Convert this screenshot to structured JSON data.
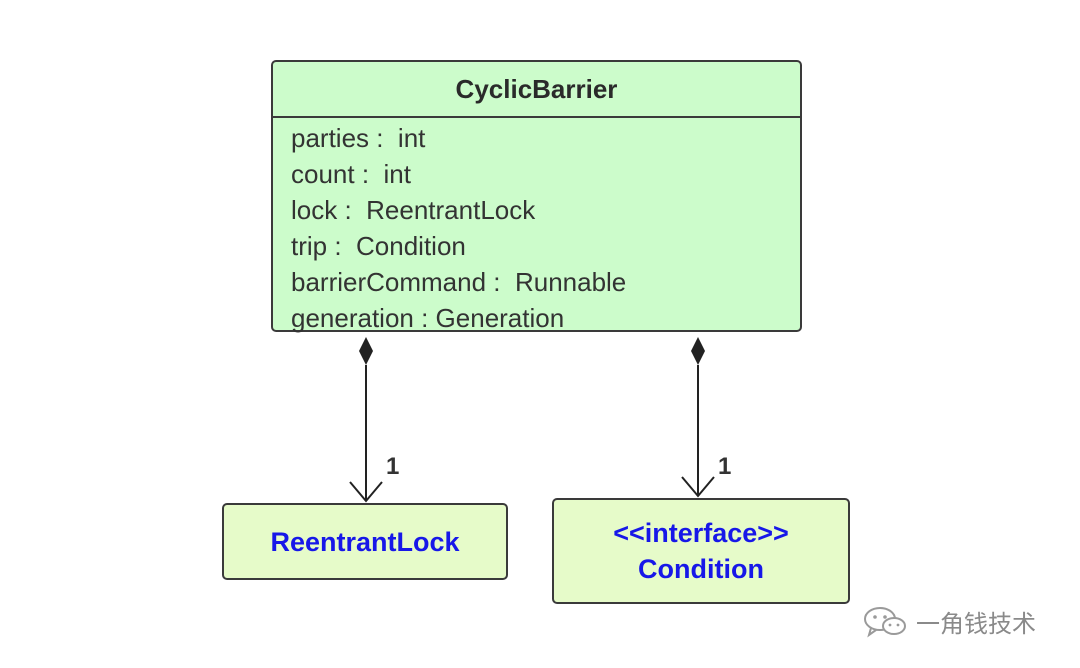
{
  "main_class": {
    "name": "CyclicBarrier",
    "attributes": [
      "parties :  int",
      "count :  int",
      "lock :  ReentrantLock",
      "trip :  Condition",
      "barrierCommand :  Runnable",
      "generation : Generation"
    ],
    "fill_color": "#ccfccb"
  },
  "related": {
    "lock": {
      "name": "ReentrantLock",
      "multiplicity": "1"
    },
    "condition": {
      "stereotype": "<<interface>>",
      "name": "Condition",
      "multiplicity": "1"
    },
    "fill_color": "#e6fbc9",
    "text_color": "#1717e8"
  },
  "watermark": {
    "text": "一角钱技术",
    "icon": "wechat-icon"
  }
}
